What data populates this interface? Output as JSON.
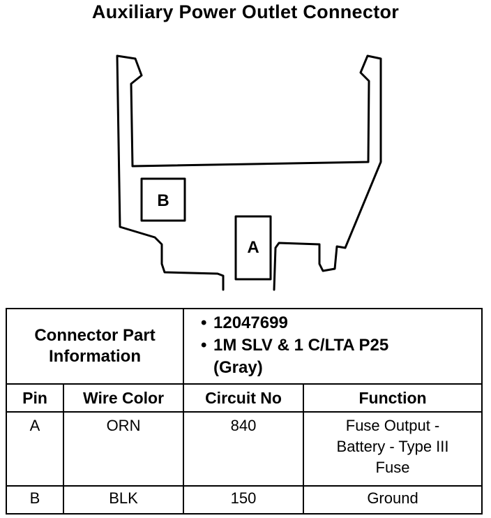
{
  "title": "Auxiliary Power Outlet Connector",
  "diagram": {
    "pin_a_label": "A",
    "pin_b_label": "B"
  },
  "table": {
    "connector_part_label_line1": "Connector Part",
    "connector_part_label_line2": "Information",
    "part_info": [
      "12047699",
      "1M SLV & 1 C/LTA P25",
      "(Gray)"
    ],
    "headers": {
      "pin": "Pin",
      "wire_color": "Wire Color",
      "circuit_no": "Circuit No",
      "function": "Function"
    },
    "rows": [
      {
        "pin": "A",
        "wire_color": "ORN",
        "circuit_no": "840",
        "function_lines": [
          "Fuse Output -",
          "Battery - Type III",
          "Fuse"
        ]
      },
      {
        "pin": "B",
        "wire_color": "BLK",
        "circuit_no": "150",
        "function_lines": [
          "Ground"
        ]
      }
    ]
  }
}
